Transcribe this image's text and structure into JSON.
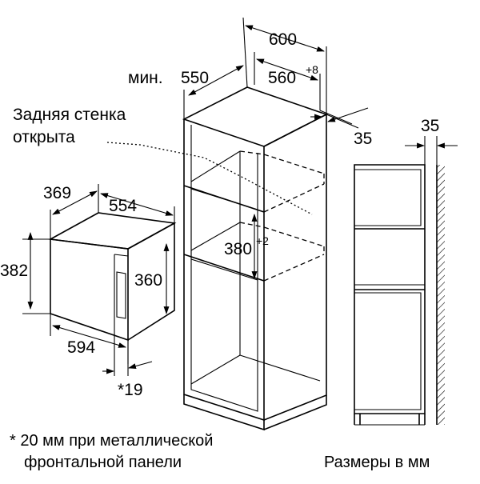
{
  "dimensions": {
    "cabinet_width": "600",
    "min_depth_prefix": "мин.",
    "min_depth": "550",
    "niche_width": "560",
    "niche_width_tol": "+8",
    "rear_gap": "35",
    "niche_height": "380",
    "niche_height_tol": "+2",
    "side_gap": "35",
    "oven_depth": "369",
    "oven_inner_width": "554",
    "oven_height": "382",
    "oven_inner_height": "360",
    "oven_width": "594",
    "front_panel": "*19"
  },
  "labels": {
    "rear_wall_line1": "Задняя стенка",
    "rear_wall_line2": "открыта",
    "footnote_line1": "* 20 мм при металлической",
    "footnote_line2": "фронтальной панели",
    "units": "Размеры в мм"
  }
}
